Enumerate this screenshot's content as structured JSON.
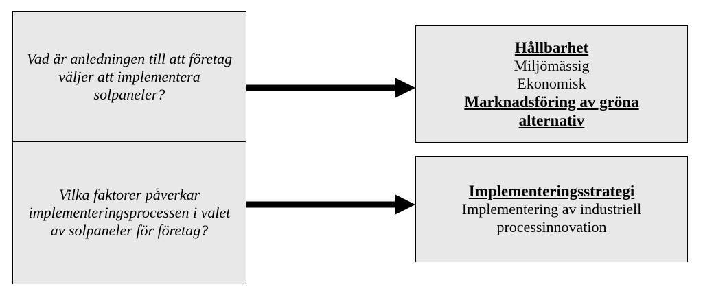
{
  "questions": {
    "q1": "Vad är anledningen till att företag väljer att implementera solpaneler?",
    "q2": "Vilka faktorer påverkar implementeringsprocessen i valet av solpaneler för företag?"
  },
  "result1": {
    "heading_a": "Hållbarhet",
    "item_1": "Miljömässig",
    "item_2": "Ekonomisk",
    "heading_b": "Marknadsföring av gröna alternativ"
  },
  "result2": {
    "heading": "Implementeringsstrategi",
    "body": "Implementering av industriell processinnovation"
  }
}
